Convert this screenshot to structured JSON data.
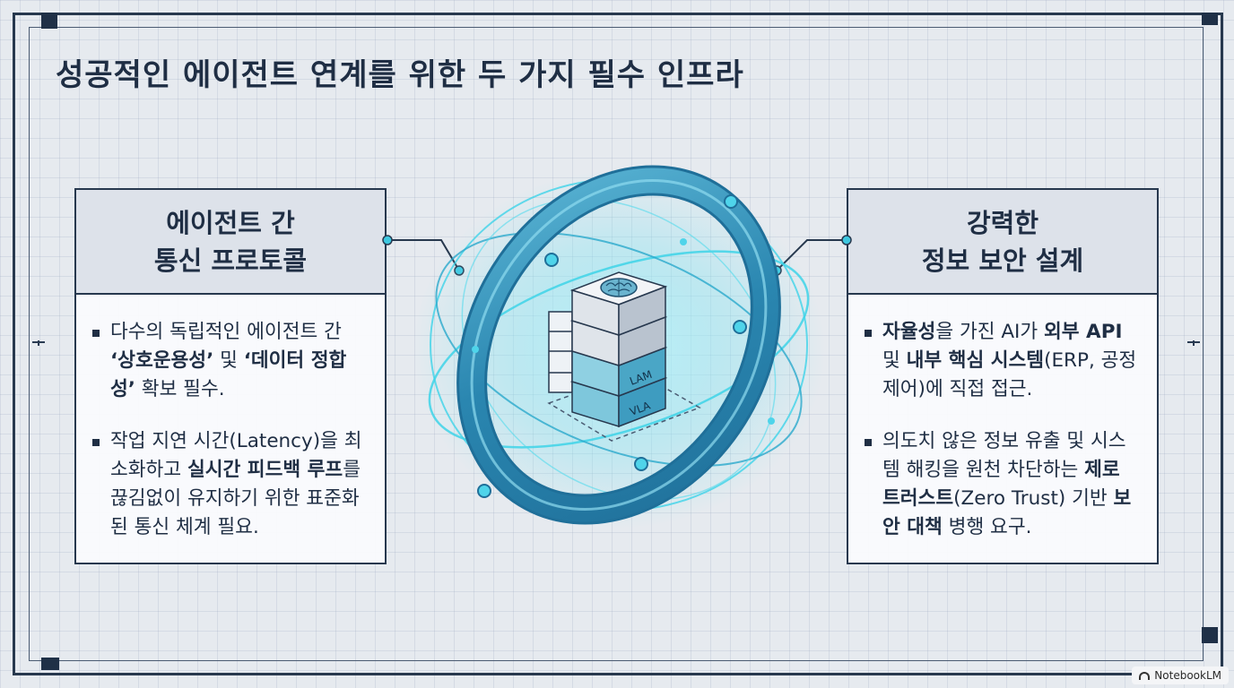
{
  "title": "성공적인 에이전트 연계를 위한 두 가지 필수 인프라",
  "left_panel": {
    "heading_line1": "에이전트 간",
    "heading_line2": "통신 프로토콜",
    "bullet1": [
      {
        "text": "다수의 독립적인 에이전트 간 ",
        "bold": false
      },
      {
        "text": "‘상호운용성’",
        "bold": true
      },
      {
        "text": " 및 ",
        "bold": false
      },
      {
        "text": "‘데이터 정합성’",
        "bold": true
      },
      {
        "text": " 확보 필수.",
        "bold": false
      }
    ],
    "bullet2": [
      {
        "text": "작업 지연 시간(Latency)을 최소화하고 ",
        "bold": false
      },
      {
        "text": "실시간 피드백 루프",
        "bold": true
      },
      {
        "text": "를 끊김없이 유지하기 위한 표준화된 통신 체계 필요.",
        "bold": false
      }
    ]
  },
  "right_panel": {
    "heading_line1": "강력한",
    "heading_line2": "정보 보안 설계",
    "bullet1": [
      {
        "text": "자율성",
        "bold": true
      },
      {
        "text": "을 가진 AI가 ",
        "bold": false
      },
      {
        "text": "외부 API",
        "bold": true
      },
      {
        "text": " 및 ",
        "bold": false
      },
      {
        "text": "내부 핵심 시스템",
        "bold": true
      },
      {
        "text": "(ERP, 공정 제어)에 직접 접근.",
        "bold": false
      }
    ],
    "bullet2": [
      {
        "text": "의도치 않은 정보 유출 및 시스템 해킹을 원천 차단하는 ",
        "bold": false
      },
      {
        "text": "제로 트러스트",
        "bold": true
      },
      {
        "text": "(Zero Trust) 기반 ",
        "bold": false
      },
      {
        "text": "보안 대책",
        "bold": true
      },
      {
        "text": " 병행 요구.",
        "bold": false
      }
    ]
  },
  "center_stack": {
    "layer_labels": [
      "LAM",
      "VLA"
    ],
    "icon": "brain-icon"
  },
  "watermark": "NotebookLM",
  "colors": {
    "ring": "#2f8fb8",
    "glow": "#39d3ea",
    "frame": "#27384e"
  }
}
